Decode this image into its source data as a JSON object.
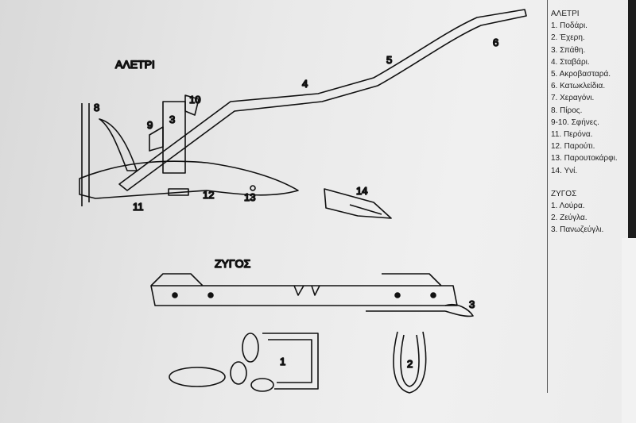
{
  "diagram": {
    "plough_title": "ΑΛΕΤΡΙ",
    "yoke_title": "ΖΥΓΟΣ",
    "plough_callouts": [
      "3",
      "4",
      "5",
      "6",
      "8",
      "9",
      "10",
      "11",
      "12",
      "13",
      "14"
    ],
    "yoke_callouts": [
      "1",
      "2",
      "3"
    ]
  },
  "legend": {
    "plough_heading": "ΑΛΕΤΡΙ",
    "plough_items": [
      "1. Ποδάρι.",
      "2. Έχερη.",
      "3. Σπάθη.",
      "4. Σταβάρι.",
      "5. Ακροβασταρά.",
      "6. Κατωκλείδια.",
      "7. Χεραγόνι.",
      "8. Πίρος.",
      "9-10. Σφήνες.",
      "11. Περόνα.",
      "12. Παρούτι.",
      "13. Παρουτοκάρφι.",
      "14. Υνί."
    ],
    "yoke_heading": "ΖΥΓΟΣ",
    "yoke_items": [
      "1. Λούρα.",
      "2. Ζεύγλα.",
      "3. Πανωζεύγλι."
    ]
  }
}
